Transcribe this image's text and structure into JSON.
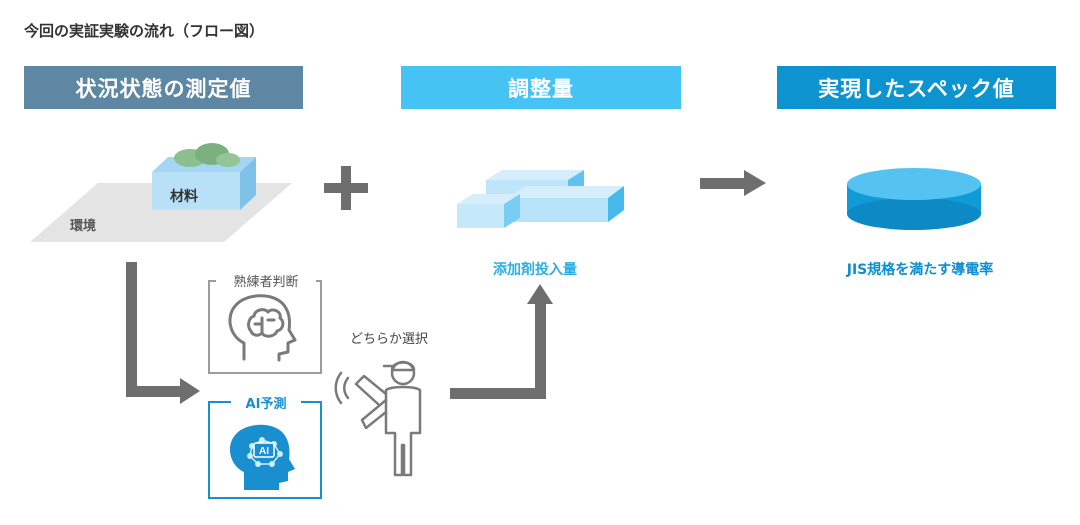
{
  "title": "今回の実証実験の流れ（フロー図）",
  "headers": {
    "state": "状況状態の測定値",
    "adjust": "調整量",
    "spec": "実現したスペック値"
  },
  "labels": {
    "environment": "環境",
    "material": "材料",
    "expert": "熟練者判断",
    "ai": "AI予測",
    "ai_badge": "AI",
    "choose": "どちらか選択",
    "additive": "添加剤投入量",
    "spec_result": "JIS規格を満たす導電率"
  },
  "colors": {
    "state_header": "#5d87a2",
    "adjust_header": "#45c3f2",
    "spec_header": "#0d93cf",
    "arrow": "#6e6e6e",
    "ai_blue": "#1a8fd0"
  }
}
